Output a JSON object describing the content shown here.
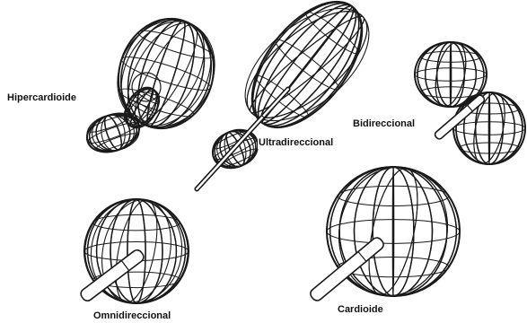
{
  "labels": {
    "hipercardioide": "Hipercardioide",
    "ultradireccional": "Ultradireccional",
    "bidireccional": "Bidireccional",
    "omnidireccional": "Omnidireccional",
    "cardioide": "Cardioide"
  },
  "colors": {
    "stroke": "#1a1a1a",
    "background": "#ffffff"
  }
}
